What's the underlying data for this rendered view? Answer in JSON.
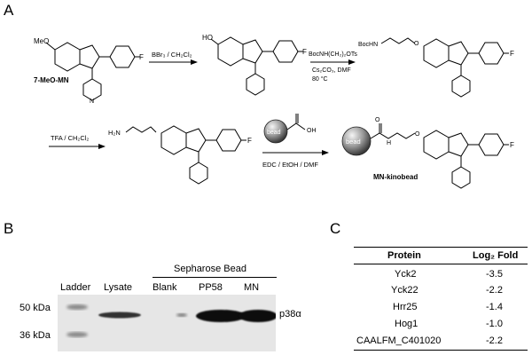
{
  "panels": {
    "a": "A",
    "b": "B",
    "c": "C"
  },
  "scheme": {
    "start_compound": "7-MeO-MN",
    "start_substituent": "MeO",
    "step1_reagent": "BBr₃ / CH₂Cl₂",
    "intermediate1_substituent": "HO",
    "step2_reagent_line1": "BocNH(CH₂)₂OTs",
    "step2_reagent_line2": "Cs₂CO₃, DMF",
    "step2_reagent_line3": "80 °C",
    "intermediate2_substituent": "BocHN",
    "step3_reagent": "TFA / CH₂Cl₂",
    "intermediate3_substituent": "H₂N",
    "bead_label": "bead",
    "acid_label": "OH",
    "step4_reagent": "EDC / EtOH / DMF",
    "product_compound": "MN-kinobead",
    "fluorine": "F",
    "nitrogen": "N",
    "nh": "H",
    "oxygen": "O"
  },
  "blot": {
    "group_header": "Sepharose Bead",
    "lanes": [
      "Ladder",
      "Lysate",
      "Blank",
      "PP58",
      "MN"
    ],
    "markers": [
      "50 kDa",
      "36 kDa"
    ],
    "target": "p38α"
  },
  "table": {
    "headers": [
      "Protein",
      "Log₂ Fold"
    ],
    "rows": [
      [
        "Yck2",
        "-3.5"
      ],
      [
        "Yck22",
        "-2.2"
      ],
      [
        "Hrr25",
        "-1.4"
      ],
      [
        "Hog1",
        "-1.0"
      ],
      [
        "CAALFM_C401020",
        "-2.2"
      ]
    ]
  }
}
